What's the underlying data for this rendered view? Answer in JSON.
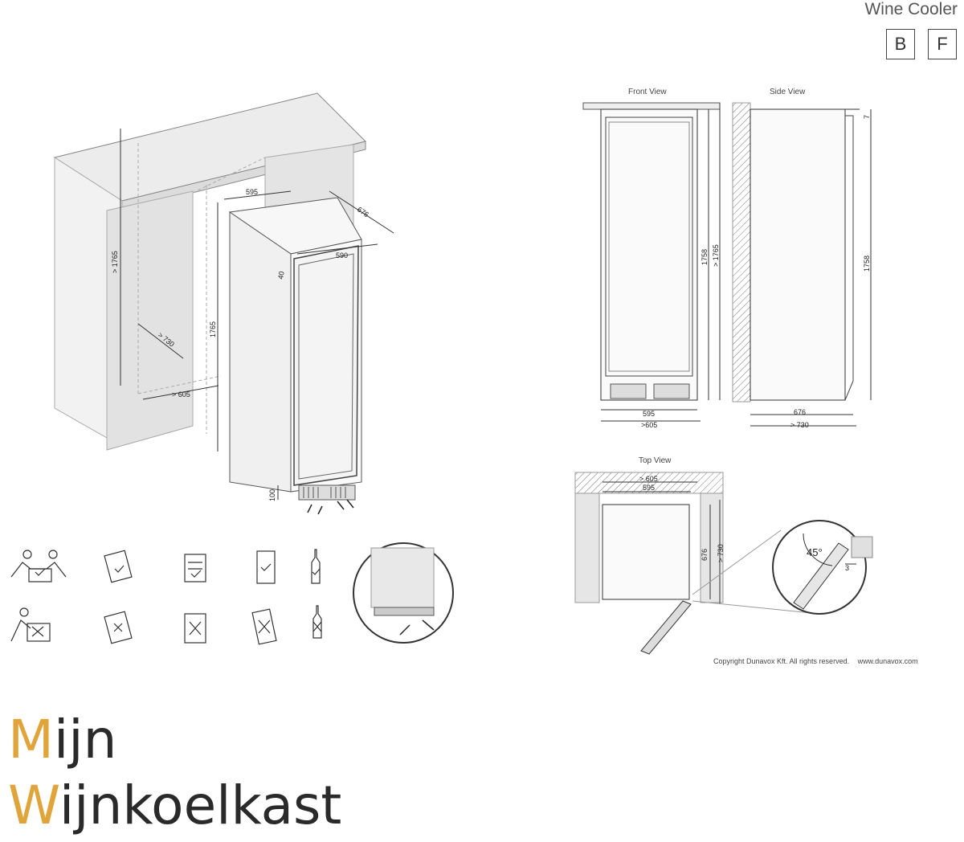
{
  "header": {
    "title": "Wine Cooler",
    "badges": [
      "B",
      "F"
    ]
  },
  "views": {
    "front": "Front View",
    "side": "Side View",
    "top": "Top View"
  },
  "iso_dims": {
    "width": "595",
    "depth": "676",
    "door_width": "590",
    "door_gap": "40",
    "height": "1765",
    "niche_height": "> 1765",
    "niche_depth": "> 730",
    "niche_width": "> 605",
    "plinth": "100"
  },
  "front_dims": {
    "width": "595",
    "niche_width": ">605",
    "height": "1758",
    "niche_height": "> 1765"
  },
  "side_dims": {
    "depth": "676",
    "niche_depth": "> 730",
    "height": "1758",
    "gap": "7"
  },
  "top_dims": {
    "niche_width": "> 605",
    "width": "595",
    "depth": "676",
    "niche_depth": "> 730",
    "angle": "45°",
    "gap": "3"
  },
  "footer": {
    "copyright": "Copyright Dunavox Kft. All rights reserved.",
    "website": "www.dunavox.com"
  },
  "logo": {
    "line1": "Mijn",
    "line2": "Wijnkoelkast",
    "accent_color": "#e0a43a"
  }
}
